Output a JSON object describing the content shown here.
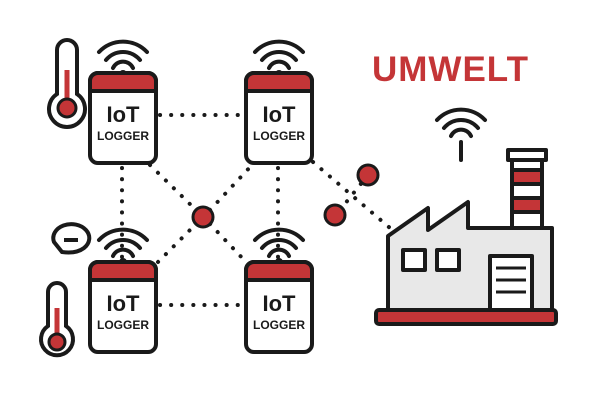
{
  "title": "UMWELT",
  "loggers": [
    {
      "iot_label": "IoT",
      "logger_label": "LOGGER"
    },
    {
      "iot_label": "IoT",
      "logger_label": "LOGGER"
    },
    {
      "iot_label": "IoT",
      "logger_label": "LOGGER"
    },
    {
      "iot_label": "IoT",
      "logger_label": "LOGGER"
    }
  ],
  "colors": {
    "accent": "#c43537",
    "outline": "#1a1a1a",
    "fill": "#ffffff",
    "factory_fill": "#e8e8e8"
  },
  "icons": [
    "thermometer-icon",
    "wifi-icon",
    "moisture-sensor-icon",
    "factory-icon",
    "network-node-icon"
  ]
}
